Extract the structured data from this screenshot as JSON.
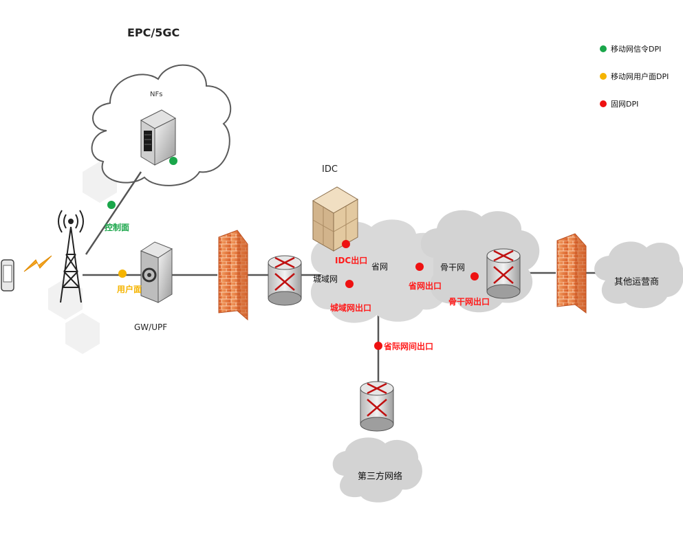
{
  "epc": {
    "title": "EPC/5GC",
    "nfs_label": "NFs"
  },
  "gw_label": "GW/UPF",
  "signal_link_label": "控制面",
  "user_link_label": "用户面",
  "idc_label": "IDC",
  "metro_label": "城域网",
  "province_label": "省网",
  "backbone_label": "骨干网",
  "third_party_label": "第三方网络",
  "other_operator_label": "其他运营商",
  "exit_labels": {
    "idc_exit": "IDC出口",
    "metro_exit": "城域网出口",
    "province_exit": "省网出口",
    "backbone_exit": "骨干网出口",
    "interconnect_exit": "省际网间出口"
  },
  "legend": {
    "signal": "移动网信令DPI",
    "user": "移动网用户面DPI",
    "fixed": "固网DPI"
  },
  "colors": {
    "signal_dot": "#1aa64a",
    "user_dot": "#f5b400",
    "fixed_dot": "#ee1111",
    "cloud_gray": "#d3d3d3",
    "firewall": "#e8743a"
  }
}
